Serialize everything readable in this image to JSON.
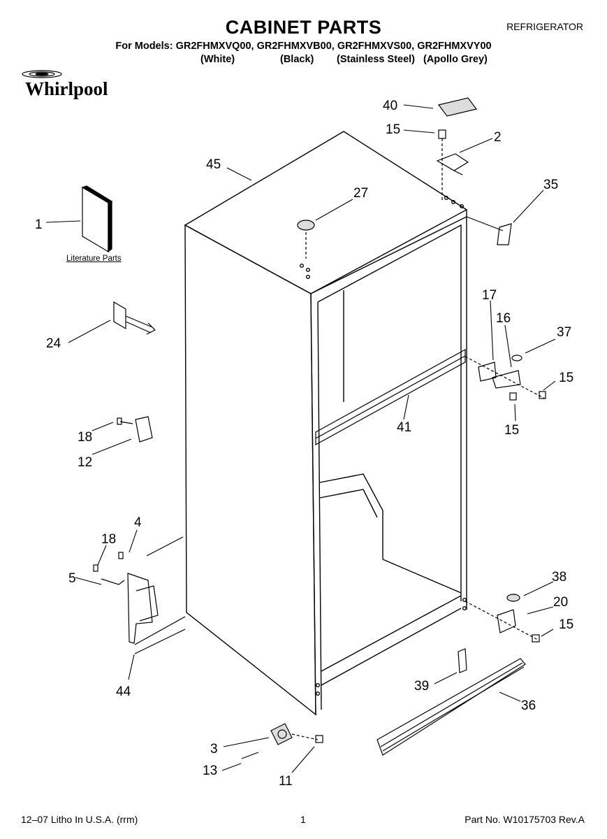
{
  "header": {
    "title": "CABINET PARTS",
    "category": "REFRIGERATOR",
    "models_line": "For Models: GR2FHMXVQ00, GR2FHMXVB00, GR2FHMXVS00, GR2FHMXVY00",
    "variants": [
      "(White)",
      "(Black)",
      "(Stainless Steel)",
      "(Apollo Grey)"
    ],
    "brand": "Whirlpool"
  },
  "literature_label": "Literature Parts",
  "callouts": [
    "40",
    "15",
    "2",
    "45",
    "27",
    "35",
    "1",
    "17",
    "16",
    "37",
    "24",
    "15",
    "41",
    "15",
    "18",
    "12",
    "4",
    "18",
    "5",
    "38",
    "20",
    "15",
    "44",
    "39",
    "36",
    "3",
    "13",
    "11"
  ],
  "footer": {
    "left": "12–07 Litho In U.S.A. (rrm)",
    "page": "1",
    "part_no": "Part No. W10175703 Rev.A"
  }
}
